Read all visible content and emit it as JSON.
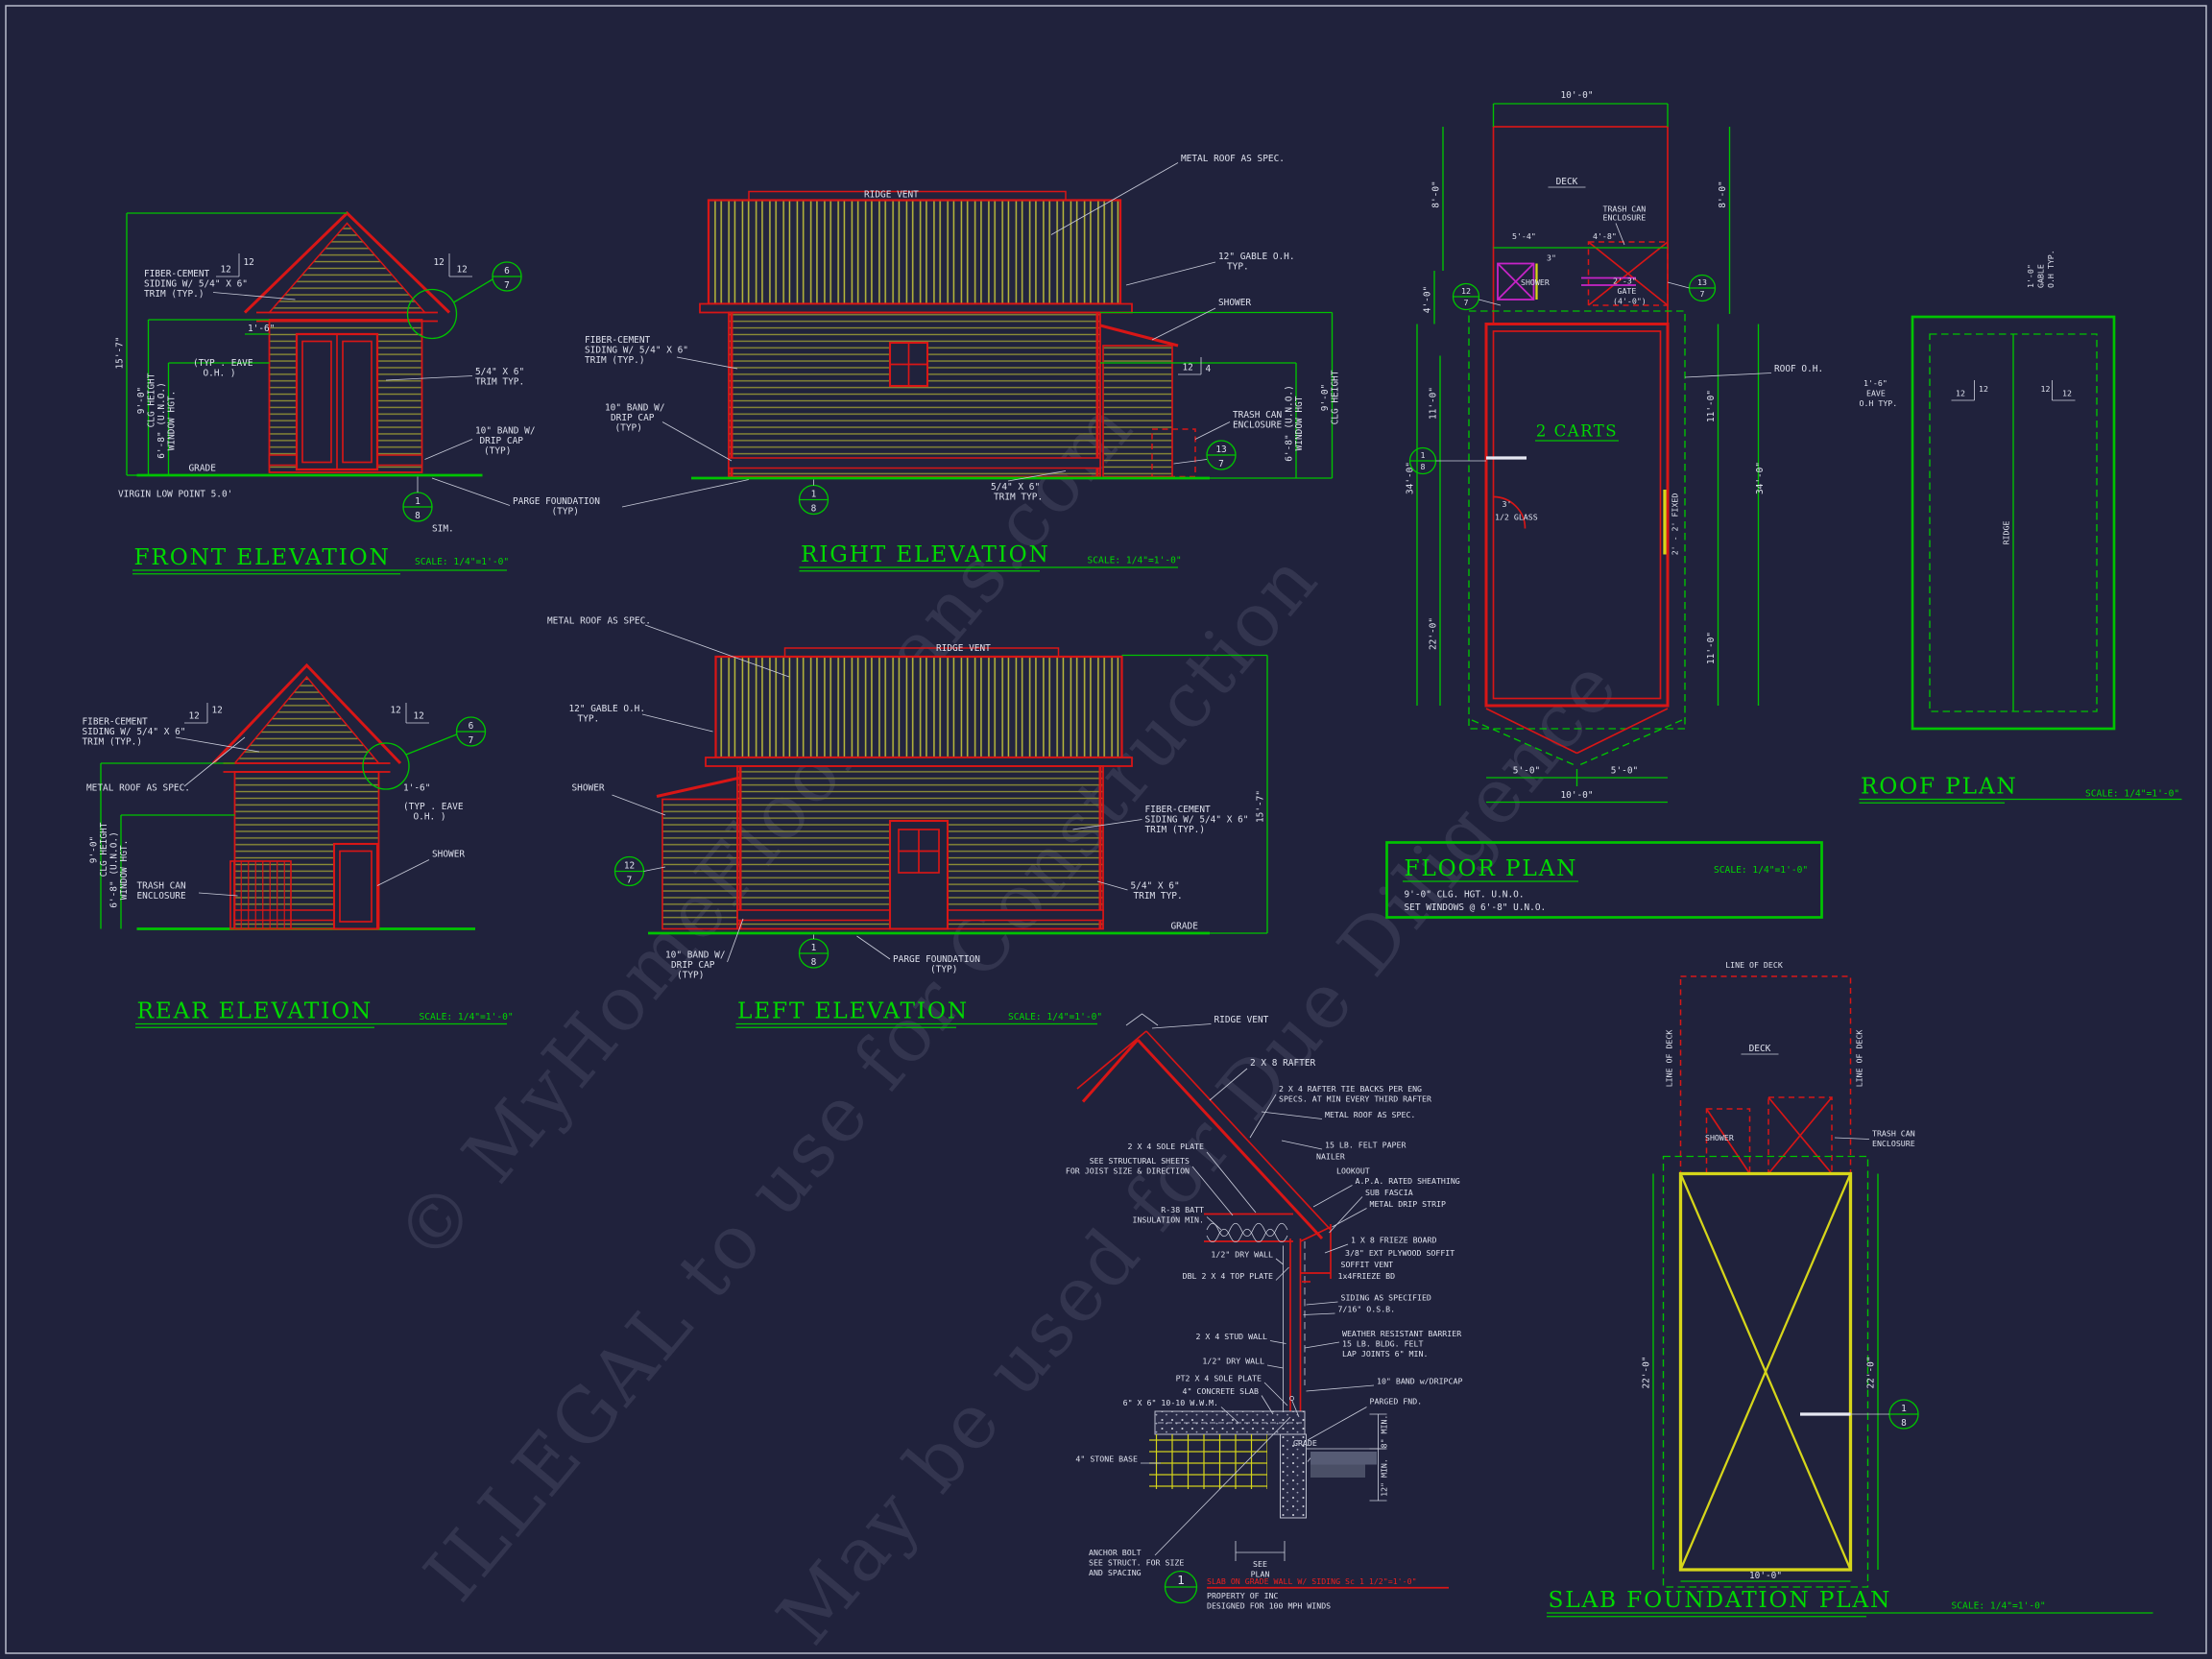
{
  "common": {
    "scale": "SCALE: 1/4\"=1'-0\""
  },
  "watermark": {
    "line1": "© MyHomeFloorPlans.com",
    "line2": "ILLEGAL to use for Construction",
    "line3": "May be used for Due Diligence"
  },
  "front": {
    "title": "FRONT ELEVATION",
    "siding1": "FIBER-CEMENT",
    "siding2": "SIDING W/ 5/4\" X 6\"",
    "siding3": "TRIM (TYP.)",
    "slope": "12",
    "eave_dim": "1'-6\"",
    "eave1": "(TYP . EAVE",
    "eave2": "O.H. )",
    "height": "15'-7\"",
    "clg1": "CLG HEIGHT",
    "clg2": "9'-0\"",
    "win1": "WINDOW HGT.",
    "win2": "6'-8\" (U.N.O.)",
    "trim1": "5/4\" X 6\"",
    "trim2": "TRIM TYP.",
    "band1": "10\" BAND W/",
    "band2": "DRIP CAP",
    "band3": "(TYP)",
    "grade": "GRADE",
    "virgin": "VIRGIN LOW POINT 5.0'",
    "parge1": "PARGE FOUNDATION",
    "parge2": "(TYP)",
    "sim": "SIM.",
    "c67_top": "6",
    "c67_bot": "7",
    "c18_top": "1",
    "c18_bot": "8"
  },
  "right": {
    "title": "RIGHT ELEVATION",
    "metal_roof": "METAL ROOF AS SPEC.",
    "ridge_vent": "RIDGE VENT",
    "gable1": "12\" GABLE O.H.",
    "gable2": "TYP.",
    "shower": "SHOWER",
    "siding1": "FIBER-CEMENT",
    "siding2": "SIDING W/ 5/4\" X 6\"",
    "siding3": "TRIM (TYP.)",
    "band1": "10\" BAND W/",
    "band2": "DRIP CAP",
    "band3": "(TYP)",
    "slope_rise": "12",
    "slope_run": "4",
    "trash1": "TRASH CAN",
    "trash2": "ENCLOSURE",
    "win1": "6'-8\" (U.N.O.)",
    "win2": "WINDOW HGT",
    "clg1": "9'-0\"",
    "clg2": "CLG HEIGHT",
    "trim1": "5/4\" X 6\"",
    "trim2": "TRIM TYP.",
    "c137_top": "13",
    "c137_bot": "7",
    "c18_top": "1",
    "c18_bot": "8"
  },
  "rear": {
    "title": "REAR ELEVATION",
    "siding1": "FIBER-CEMENT",
    "siding2": "SIDING W/ 5/4\" X 6\"",
    "siding3": "TRIM (TYP.)",
    "metal_roof": "METAL ROOF AS SPEC.",
    "slope": "12",
    "eave_dim": "1'-6\"",
    "eave1": "(TYP . EAVE",
    "eave2": "O.H. )",
    "clg1": "CLG HEIGHT",
    "clg2": "9'-0\"",
    "win1": "WINDOW HGT.",
    "win2": "6'-8\" (U.N.O.)",
    "trash1": "TRASH CAN",
    "trash2": "ENCLOSURE",
    "shower": "SHOWER",
    "c67_top": "6",
    "c67_bot": "7"
  },
  "left": {
    "title": "LEFT ELEVATION",
    "metal_roof": "METAL ROOF AS SPEC.",
    "ridge_vent": "RIDGE VENT",
    "gable1": "12\" GABLE O.H.",
    "gable2": "TYP.",
    "shower": "SHOWER",
    "siding1": "FIBER-CEMENT",
    "siding2": "SIDING W/ 5/4\" X 6\"",
    "siding3": "TRIM (TYP.)",
    "trim1": "5/4\" X 6\"",
    "trim2": "TRIM TYP.",
    "height": "15'-7\"",
    "band1": "10\" BAND W/",
    "band2": "DRIP CAP",
    "band3": "(TYP)",
    "parge1": "PARGE FOUNDATION",
    "parge2": "(TYP)",
    "grade": "GRADE",
    "c127_top": "12",
    "c127_bot": "7",
    "c18_top": "1",
    "c18_bot": "8"
  },
  "floor": {
    "title": "FLOOR PLAN",
    "note1": "9'-0\" CLG. HGT. U.N.O.",
    "note2": "SET WINDOWS @ 6'-8\" U.N.O.",
    "deck": "DECK",
    "trash1": "TRASH CAN",
    "trash2": "ENCLOSURE",
    "shower": "SHOWER",
    "gate1": "2'-3\"",
    "gate2": "GATE",
    "gate3": "(4'-0\")",
    "carts": "2 CARTS",
    "glass1": "3'",
    "glass2": "1/2 GLASS",
    "fixed": "2' - 2' FIXED",
    "roof_oh": "ROOF O.H.",
    "d10": "10'-0\"",
    "d8": "8'-0\"",
    "d54": "5'-4\"",
    "d48": "4'-8\"",
    "d3": "3\"",
    "d4": "4'-0\"",
    "d34": "34'-0\"",
    "d11": "11'-0\"",
    "d22": "22'-0\"",
    "d5": "5'-0\"",
    "c127_top": "12",
    "c127_bot": "7",
    "c137_top": "13",
    "c137_bot": "7",
    "c18_top": "1",
    "c18_bot": "8"
  },
  "roof": {
    "title": "ROOF PLAN",
    "gable1": "1'-0\"",
    "gable2": "GABLE",
    "gable3": "O.H TYP.",
    "eave1": "1'-6\"",
    "eave2": "EAVE",
    "eave3": "O.H TYP.",
    "slope": "12",
    "ridge": "RIDGE"
  },
  "slab": {
    "title": "SLAB FOUNDATION PLAN",
    "line_of_deck": "LINE OF DECK",
    "deck": "DECK",
    "shower": "SHOWER",
    "trash1": "TRASH CAN",
    "trash2": "ENCLOSURE",
    "d22": "22'-0\"",
    "d10": "10'-0\"",
    "c18_top": "1",
    "c18_bot": "8"
  },
  "section": {
    "ridge_vent": "RIDGE VENT",
    "rafter": "2 X 8 RAFTER",
    "tie1": "2 X 4 RAFTER TIE BACKS PER ENG",
    "tie2": "SPECS. AT MIN EVERY THIRD RAFTER",
    "metal_roof": "METAL ROOF AS SPEC.",
    "felt": "15 LB. FELT PAPER",
    "nailer": "NAILER",
    "lookout": "LOOKOUT",
    "sheathing": "A.P.A. RATED SHEATHING",
    "subfascia": "SUB FASCIA",
    "dripstrip": "METAL DRIP STRIP",
    "sole": "2 X 4 SOLE PLATE",
    "struct1": "SEE STRUCTURAL SHEETS",
    "struct2": "FOR JOIST SIZE & DIRECTION",
    "r38_1": "R-38 BATT",
    "r38_2": "INSULATION MIN.",
    "drywall": "1/2\" DRY WALL",
    "topplate": "DBL 2 X 4 TOP PLATE",
    "frieze8": "1 X 8  FRIEZE BOARD",
    "soffit": "3/8\" EXT PLYWOOD SOFFIT",
    "soffitvent": "SOFFIT VENT",
    "frieze4": "1x4FRIEZE BD",
    "siding": "SIDING AS SPECIFIED",
    "osb": "7/16\" O.S.B.",
    "stud": "2 X 4 STUD WALL",
    "wrb1": "WEATHER RESISTANT BARRIER",
    "wrb2": "15 LB. BLDG. FELT",
    "wrb3": "LAP JOINTS 6\" MIN.",
    "drywall2": "1/2\" DRY WALL",
    "ptsole": "PT2 X 4 SOLE PLATE",
    "slab": "4\" CONCRETE SLAB",
    "wwm": "6\" X 6\" 10-10 W.W.M.",
    "band": "10\" BAND w/DRIPCAP",
    "parged": "PARGED FND.",
    "grade": "GRADE",
    "stonebase": "4\" STONE BASE",
    "anchor1": "ANCHOR BOLT",
    "anchor2": "SEE STRUCT. FOR SIZE",
    "anchor3": "AND SPACING",
    "seeplan1": "SEE",
    "seeplan2": "PLAN",
    "min8": "8\" MIN.",
    "min12": "12\" MIN.",
    "c1": "1",
    "caption": "SLAB ON GRADE WALL W/ SIDING  Sc 1 1/2\"=1'-0\"",
    "property": "PROPERTY OF  INC",
    "winds": "DESIGNED FOR 100 MPH WINDS"
  }
}
